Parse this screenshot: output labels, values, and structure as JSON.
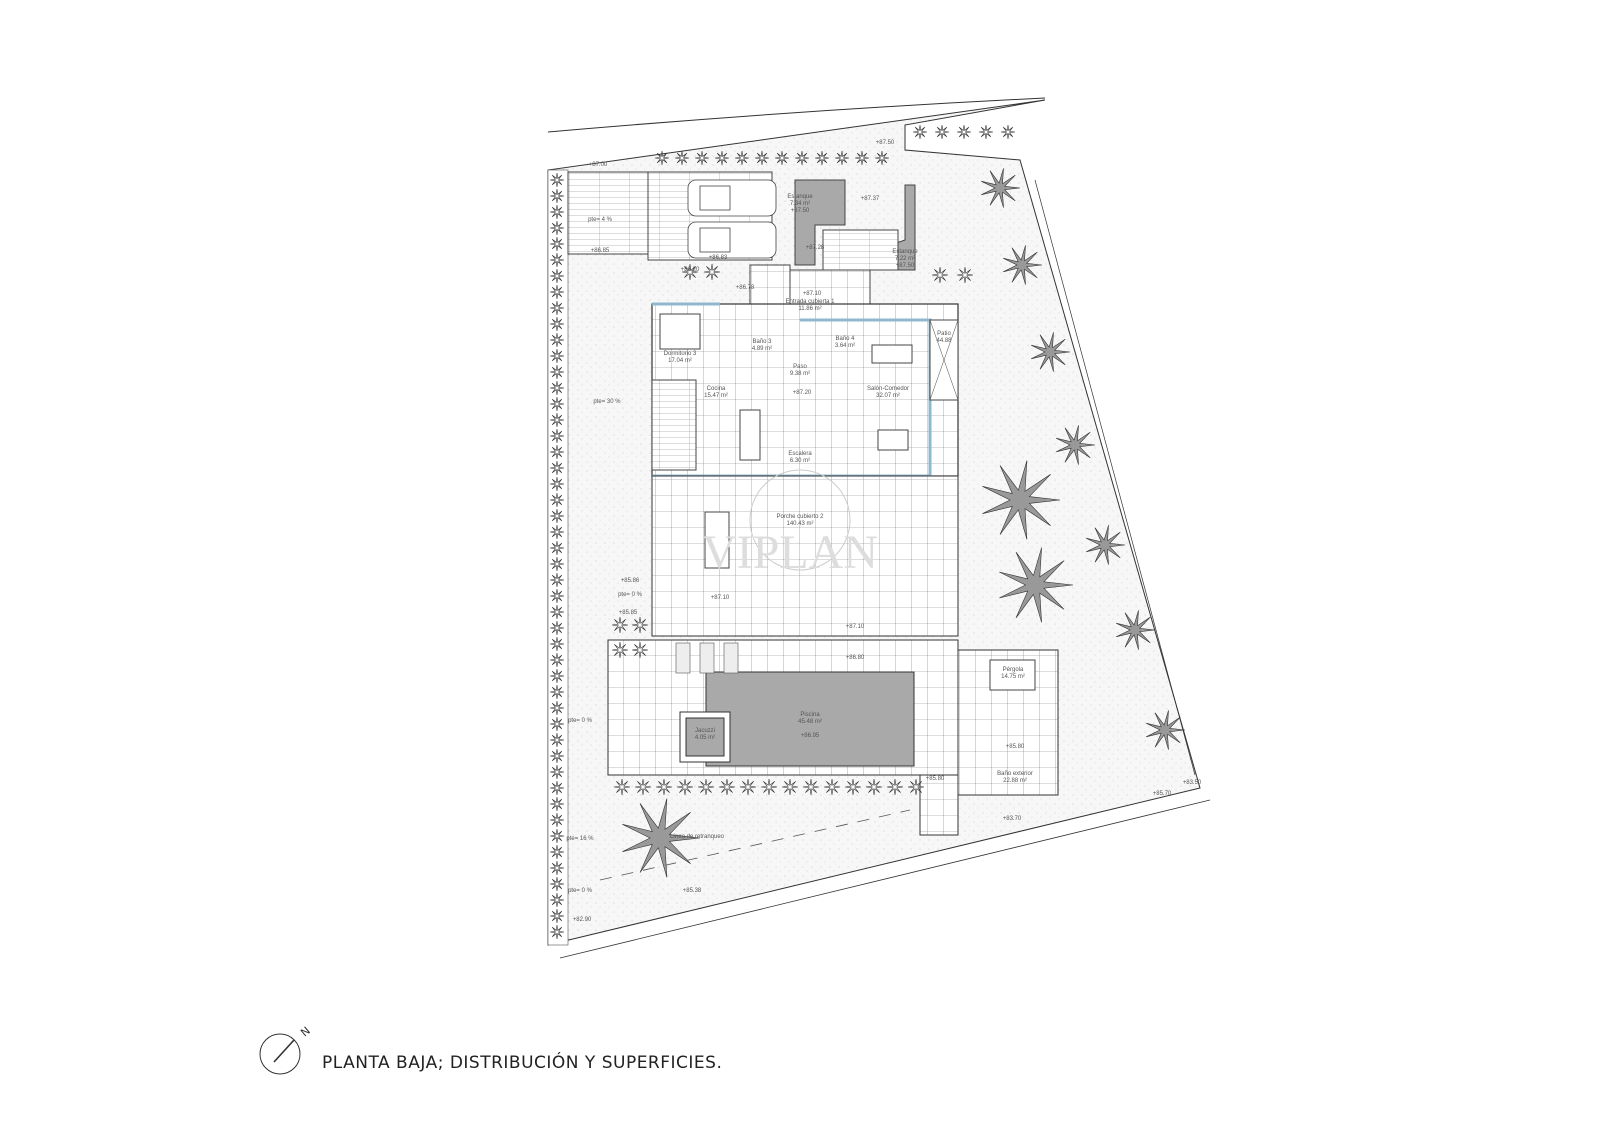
{
  "title": "PLANTA BAJA; DISTRIBUCIÓN Y SUPERFICIES.",
  "north_label": "N",
  "watermark": "VIPLAN",
  "colors": {
    "line": "#333333",
    "wall_accent": "#8fb8cc",
    "water": "#a9a9a9",
    "ground": "#f4f4f4"
  },
  "rooms": [
    {
      "name": "Estanque",
      "area": "7.34 m²",
      "level": "+87.50"
    },
    {
      "name": "Estanque",
      "area": "7.22 m²",
      "level": "+87.50"
    },
    {
      "name": "Entrada cubierta 1",
      "area": "11.86 m²",
      "level": "+87.10"
    },
    {
      "name": "Dormitorio 3",
      "area": "17.04 m²"
    },
    {
      "name": "Baño 3",
      "area": "4.89 m²"
    },
    {
      "name": "Baño 4",
      "area": "3.64 m²"
    },
    {
      "name": "Patio",
      "area": "44.88"
    },
    {
      "name": "Paso",
      "area": "9.38 m²"
    },
    {
      "name": "Cocina",
      "area": "15.47 m²"
    },
    {
      "name": "Salón-Comedor",
      "area": "32.07 m²"
    },
    {
      "name": "Escalera",
      "area": "6.30 m²"
    },
    {
      "name": "Porche cubierto 2",
      "area": "140.43 m²"
    },
    {
      "name": "Pérgola",
      "area": "14.75 m²"
    },
    {
      "name": "Piscina",
      "area": "45.48 m²",
      "level": "+86.95"
    },
    {
      "name": "Jacuzzi",
      "area": "4.05 m²"
    },
    {
      "name": "Baño exterior",
      "area": "22.88 m²"
    }
  ],
  "levels": [
    "+87.00",
    "+87.50",
    "+87.37",
    "+87.28",
    "+86.20",
    "+86.83",
    "+86.78",
    "+87.20",
    "+87.10",
    "+87.10",
    "+86.80",
    "+85.80",
    "+85.80",
    "+83.70",
    "+85.70",
    "+83.50",
    "+86.85",
    "+85.86",
    "+85.85",
    "+82.90",
    "+85.38"
  ],
  "slopes": [
    "pte= 4 %",
    "pte= 30 %",
    "pte= 0 %",
    "pte= 0 %",
    "pte= 16 %",
    "pte= 0 %"
  ],
  "setback_line": "Línea de retranqueo"
}
